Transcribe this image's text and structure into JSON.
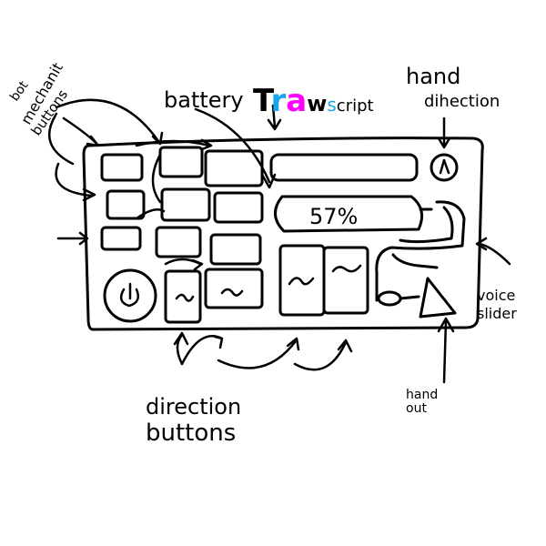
{
  "title": {
    "parts": [
      {
        "text": "T",
        "color": "#000000"
      },
      {
        "text": "r",
        "color": "#1aa6e8"
      },
      {
        "text": "a",
        "color": "#ff00ff"
      },
      {
        "text": "w",
        "color": "#000000"
      },
      {
        "text": "s",
        "color": "#1aa6e8"
      },
      {
        "text": "cript",
        "color": "#000000"
      }
    ]
  },
  "labels": {
    "bot_mechanic_1": "bot",
    "bot_mechanic_2": "mechanit",
    "bot_mechanic_3": "buttons",
    "battery": "battery",
    "hand_direction_1": "hand",
    "hand_direction_2": "dihection",
    "voice_slider_1": "voice",
    "voice_slider_2": "slider",
    "hand_out_1": "hand",
    "hand_out_2": "out",
    "direction_buttons_1": "direction",
    "direction_buttons_2": "buttons"
  },
  "device": {
    "battery_level": "57%",
    "power_icon": "power-icon",
    "hand_out_icon": "triangle-play-icon"
  }
}
